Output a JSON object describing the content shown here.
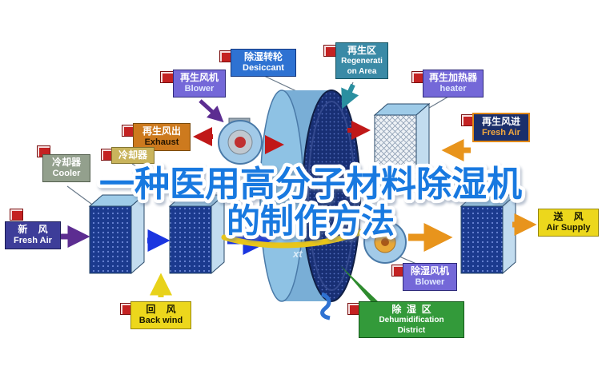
{
  "title": {
    "line1": "一种医用高分子材料除湿机",
    "line2": "的制作方法"
  },
  "watermark": "xt",
  "labels": {
    "blower_top": {
      "zh": "再生风机",
      "en": "Blower"
    },
    "desiccant": {
      "zh": "除湿转轮",
      "en": "Desiccant"
    },
    "regeneration": {
      "zh": "再生区",
      "en1": "Regenerati",
      "en2": "on Area"
    },
    "heater": {
      "zh": "再生加热器",
      "en": "heater"
    },
    "exhaust": {
      "zh": "再生风出",
      "en": "Exhaust"
    },
    "fresh_air_right": {
      "zh": "再生风进",
      "en": "Fresh Air"
    },
    "cooler_left": {
      "zh": "冷却器",
      "en": "Cooler"
    },
    "cooler_mid": {
      "zh": "冷却器"
    },
    "fresh_air_left": {
      "zh": "新    风",
      "en": "Fresh Air"
    },
    "back_wind": {
      "zh": "回    风",
      "en": "Back wind"
    },
    "blower_bottom": {
      "zh": "除湿风机",
      "en": "Blower"
    },
    "dehumidification": {
      "zh": "除  湿  区",
      "en1": "Dehumidification",
      "en2": "District"
    },
    "air_supply": {
      "zh": "送    风",
      "en": "Air Supply"
    }
  },
  "colors": {
    "title_blue": "#1879e0",
    "title_outline": "#ffffff",
    "swoosh_yellow": "#e8c51a",
    "label_purple": "#7468d8",
    "label_blue": "#2e72d2",
    "label_teal": "#3a8aa6",
    "label_orange": "#cd7a1e",
    "label_navy": "#1b2f6b",
    "label_yellow": "#ecd71c",
    "label_green": "#339a3a",
    "marker_red": "#c42222",
    "arrow_red": "#c01818",
    "arrow_orange": "#e8941c",
    "arrow_blue": "#1a35e0",
    "arrow_purple": "#5c2d91",
    "wheel_face": "#182f74",
    "unit_body": "#9ecbe8"
  }
}
